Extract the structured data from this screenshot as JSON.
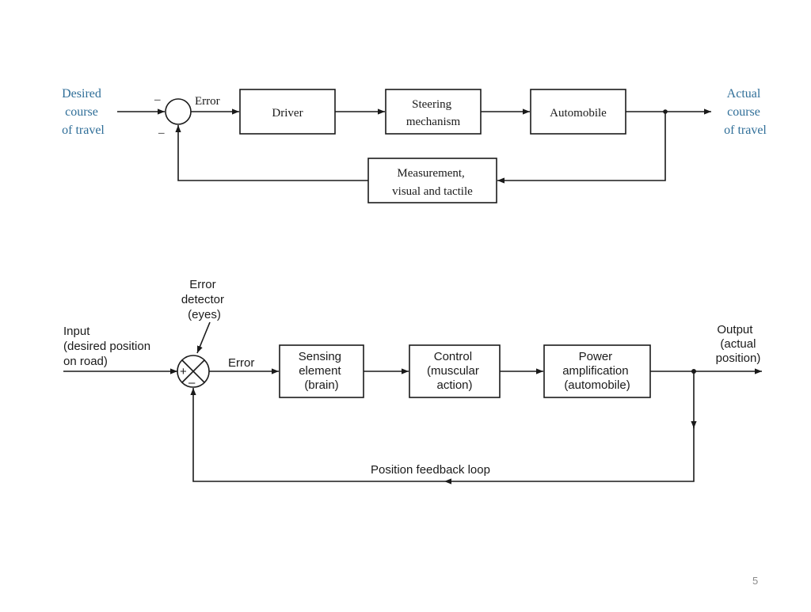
{
  "diagram1": {
    "input_label": [
      "Desired",
      "course",
      "of travel"
    ],
    "output_label": [
      "Actual",
      "course",
      "of travel"
    ],
    "sign_top": "–",
    "sign_bottom": "–",
    "error_label": "Error",
    "driver_box": "Driver",
    "steering_box": [
      "Steering",
      "mechanism"
    ],
    "automobile_box": "Automobile",
    "measurement_box": [
      "Measurement,",
      "visual and tactile"
    ],
    "label_color": "#2f6e98"
  },
  "diagram2": {
    "input_label": [
      "Input",
      "(desired position",
      "on road)"
    ],
    "detector_label": [
      "Error",
      "detector",
      "(eyes)"
    ],
    "plus_sign": "+",
    "minus_sign": "–",
    "error_label": "Error",
    "sensing_box": [
      "Sensing",
      "element",
      "(brain)"
    ],
    "control_box": [
      "Control",
      "(muscular",
      "action)"
    ],
    "power_box": [
      "Power",
      "amplification",
      "(automobile)"
    ],
    "output_label": [
      "Output",
      "(actual",
      "position)"
    ],
    "feedback_label": "Position feedback loop"
  },
  "page_number": "5"
}
